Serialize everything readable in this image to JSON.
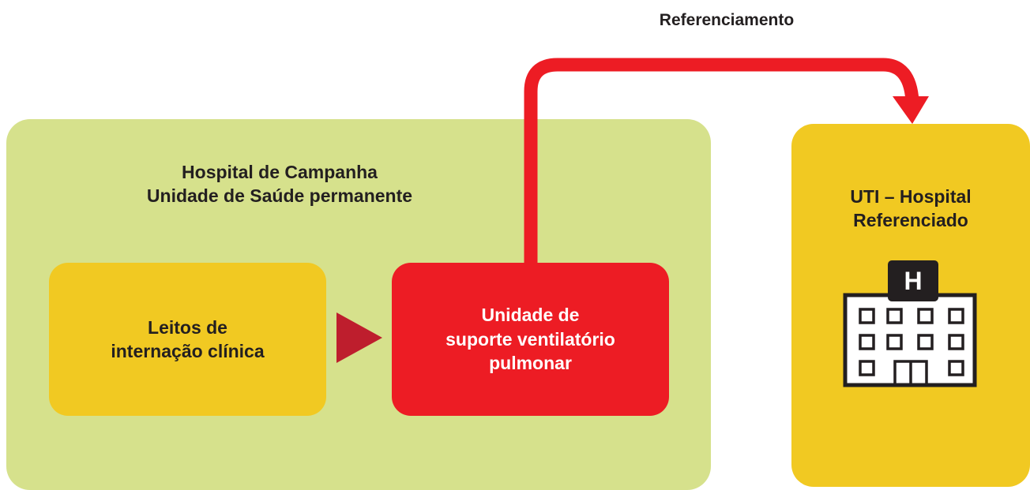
{
  "referral": {
    "label": "Referenciamento"
  },
  "field_hospital": {
    "title_line1": "Hospital de Campanha",
    "title_line2": "Unidade de Saúde permanente"
  },
  "clinical_beds": {
    "label_line1": "Leitos de",
    "label_line2": "internação clínica"
  },
  "ventilator_unit": {
    "label_line1": "Unidade de",
    "label_line2": "suporte ventilatório",
    "label_line3": "pulmonar"
  },
  "icu": {
    "label_line1": "UTI – Hospital",
    "label_line2": "Referenciado",
    "icon_letter": "H",
    "icon": "hospital-building-icon"
  },
  "colors": {
    "field_panel": "#d6e18c",
    "yellow_box": "#f1c922",
    "red_box": "#ed1c24",
    "flow_arrow": "#be1e2d",
    "referral_arrow": "#ed1c24",
    "text_dark": "#231f20"
  }
}
